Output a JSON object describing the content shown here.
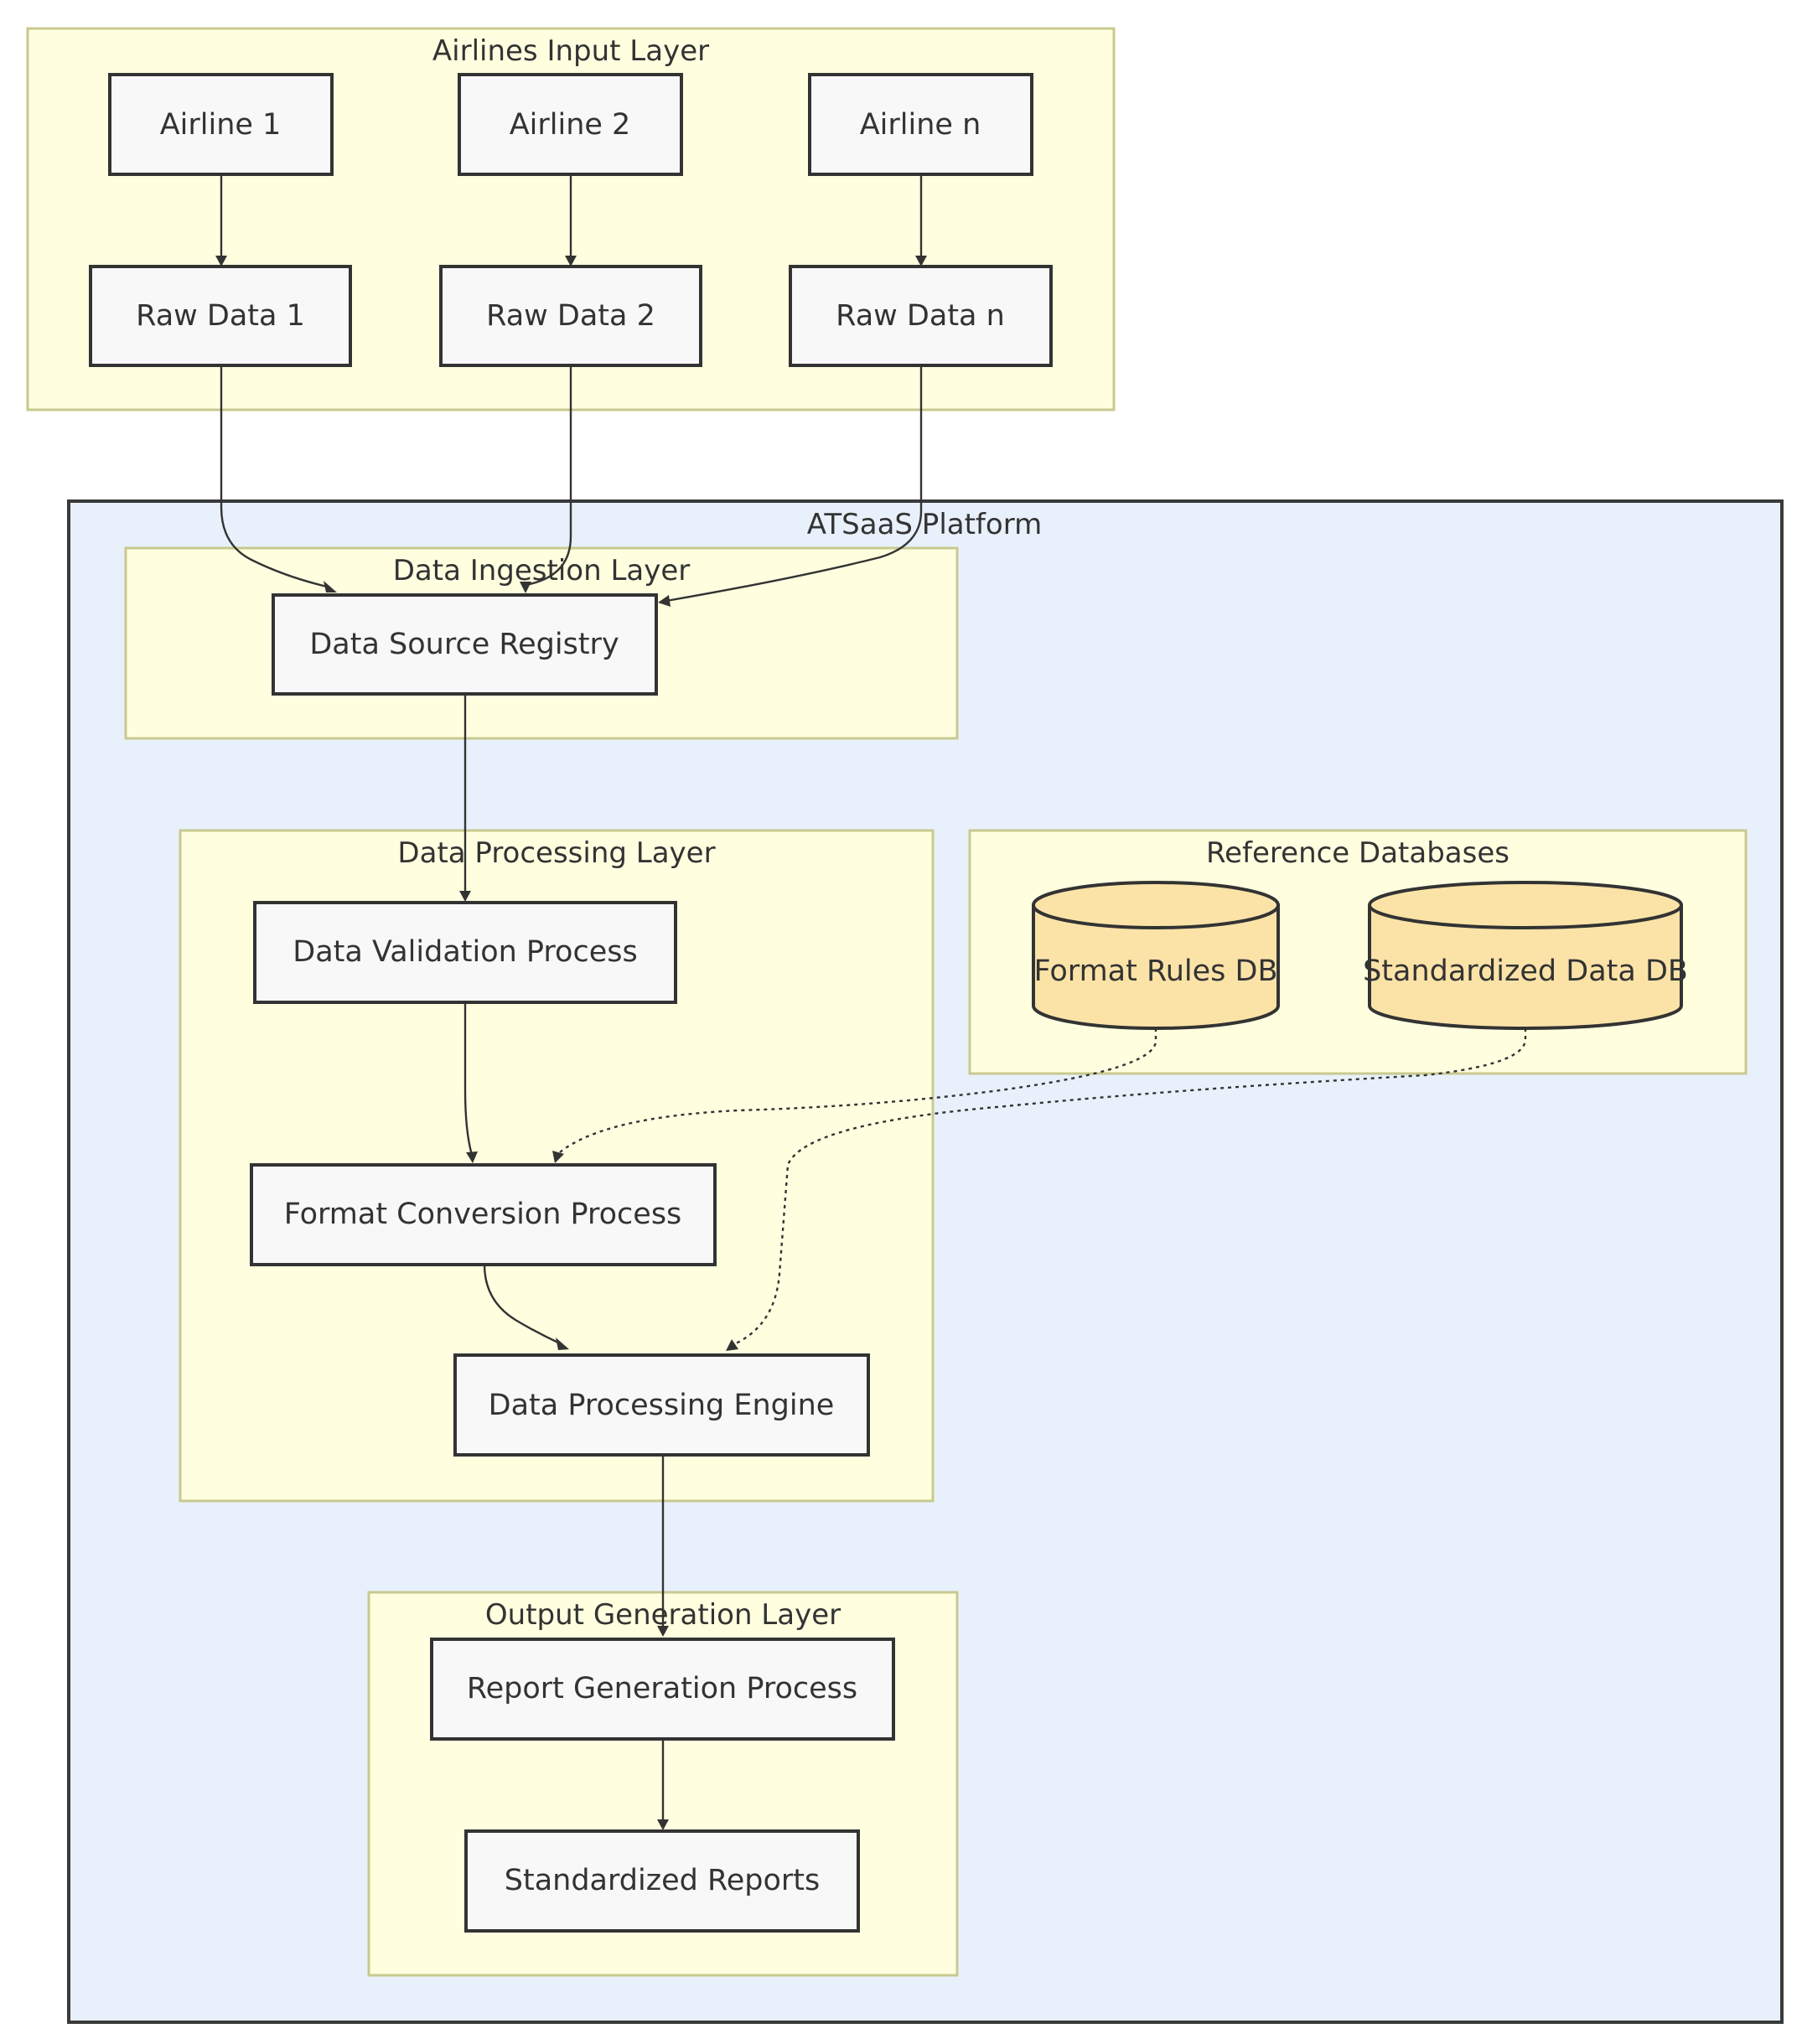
{
  "groups": {
    "airlines_input": "Airlines Input Layer",
    "platform": "ATSaaS Platform",
    "ingestion": "Data Ingestion Layer",
    "processing": "Data Processing Layer",
    "reference": "Reference Databases",
    "output": "Output Generation Layer"
  },
  "nodes": {
    "airline1": "Airline 1",
    "airline2": "Airline 2",
    "airlinen": "Airline n",
    "raw1": "Raw Data 1",
    "raw2": "Raw Data 2",
    "rawn": "Raw Data n",
    "registry": "Data Source Registry",
    "validation": "Data Validation Process",
    "conversion": "Format Conversion Process",
    "engine": "Data Processing Engine",
    "report": "Report Generation Process",
    "reports": "Standardized Reports"
  },
  "databases": {
    "format_rules": "Format Rules DB",
    "standardized": "Standardized Data DB"
  },
  "colors": {
    "layer_fill": "#ffffe0",
    "platform_fill": "#e8f1fb",
    "node_fill": "#f8f8f8",
    "db_fill": "#fbe3a8",
    "stroke": "#333333"
  }
}
